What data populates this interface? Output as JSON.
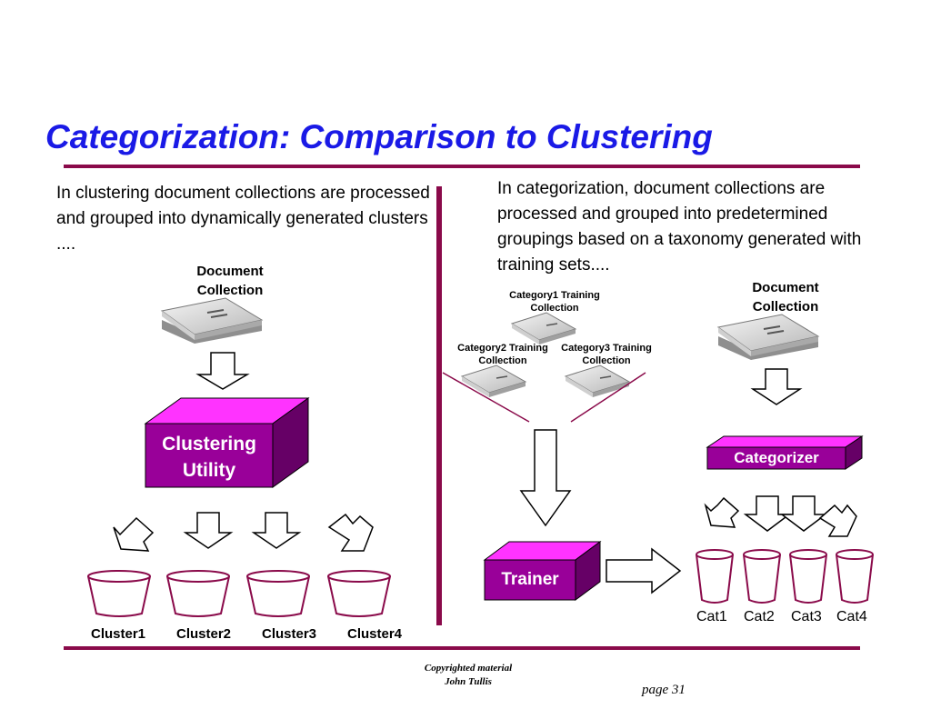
{
  "slide": {
    "title": "Categorization: Comparison to Clustering",
    "left": {
      "text": "In clustering document collections are processed and grouped into dynamically generated clusters ....",
      "collection_label_line1": "Document",
      "collection_label_line2": "Collection",
      "box_label_line1": "Clustering",
      "box_label_line2": "Utility",
      "clusters": [
        "Cluster1",
        "Cluster2",
        "Cluster3",
        "Cluster4"
      ]
    },
    "right": {
      "text": "In categorization, document collections are processed and grouped into predetermined groupings based on a taxonomy generated with training sets....",
      "training": [
        {
          "line1": "Category1 Training",
          "line2": "Collection"
        },
        {
          "line1": "Category2 Training",
          "line2": "Collection"
        },
        {
          "line1": "Category3 Training",
          "line2": "Collection"
        }
      ],
      "trainer_label": "Trainer",
      "collection_label_line1": "Document",
      "collection_label_line2": "Collection",
      "categorizer_label": "Categorizer",
      "categories": [
        "Cat1",
        "Cat2",
        "Cat3",
        "Cat4"
      ]
    },
    "footer": {
      "line1": "Copyrighted material",
      "line2": "John Tullis",
      "page": "page 31"
    },
    "colors": {
      "title": "#1a1ae6",
      "rule": "#8a0a4a",
      "box_front": "#990099",
      "box_top": "#ff33ff",
      "box_side": "#660066"
    },
    "icons": {
      "document_collection": "document-stack-icon",
      "flow_arrow": "hollow-arrow-icon",
      "bucket": "bucket-icon"
    }
  }
}
